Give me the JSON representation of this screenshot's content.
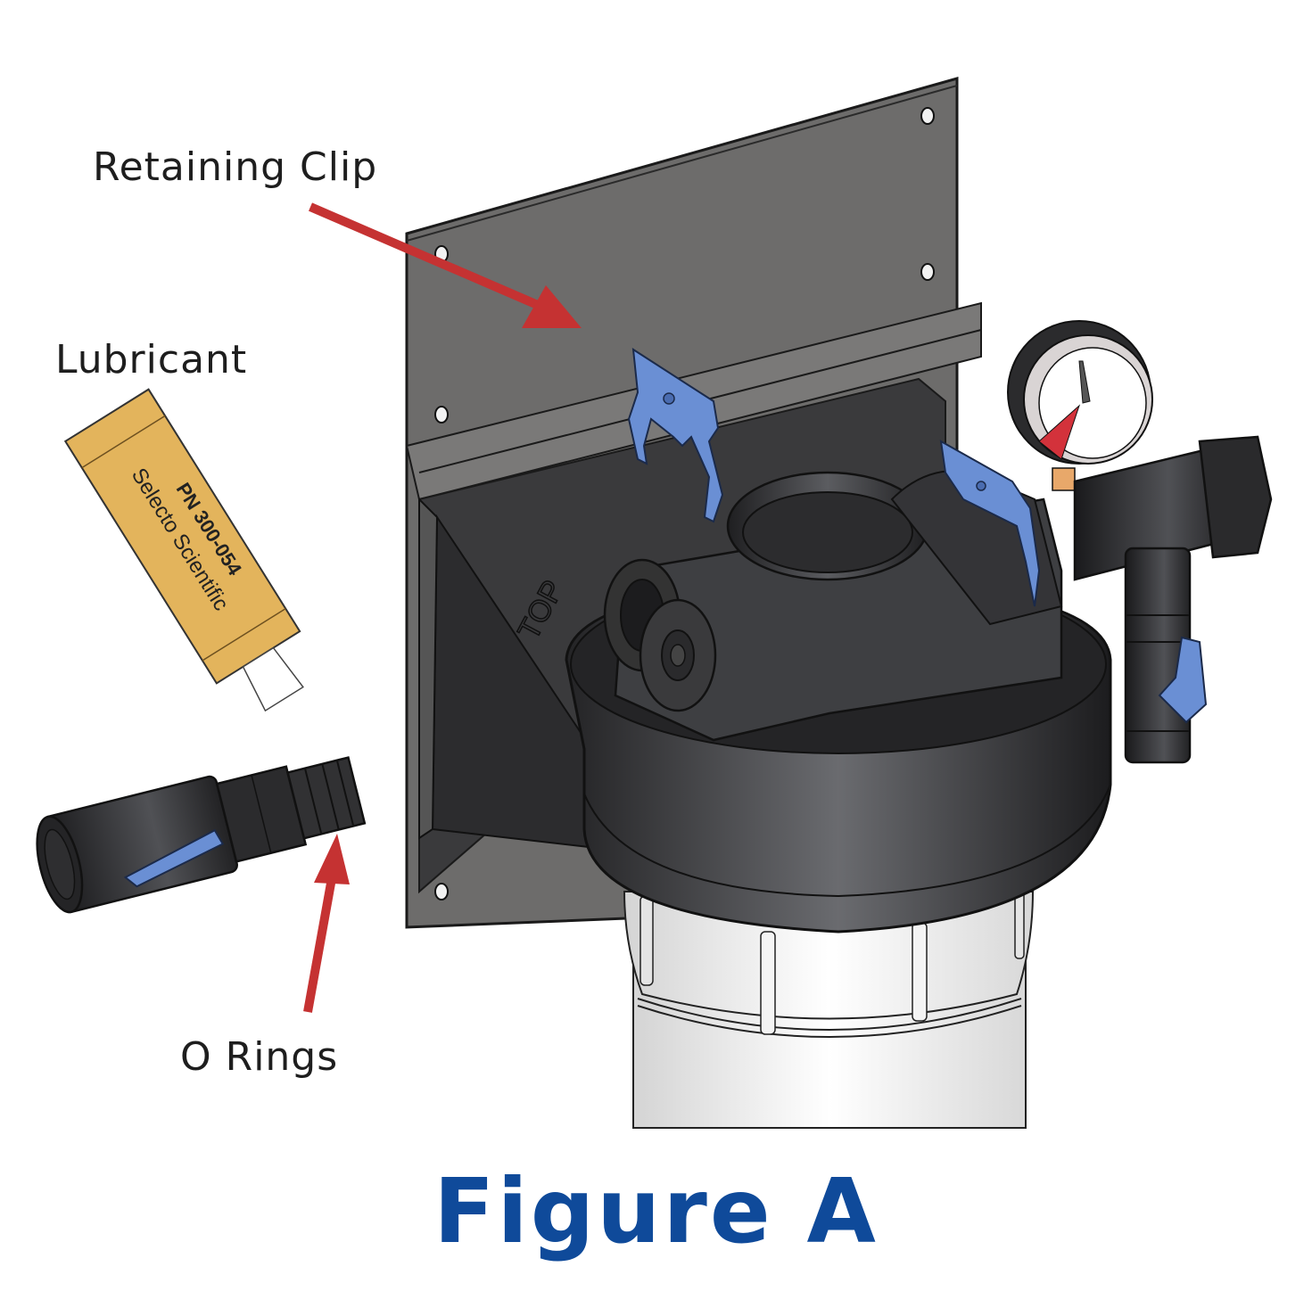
{
  "figure": {
    "caption": "Figure A",
    "colors": {
      "caption": "#0f4a9a",
      "label_text": "#1e1e1e",
      "arrow": "#c53232",
      "bracket": "#6d6c6b",
      "plastic_dark": "#2e2e30",
      "clip_blue": "#6a8fd4",
      "packet_gold": "#e3b45c",
      "gauge_red": "#d3323b",
      "housing_clear": "#f0f0f0"
    }
  },
  "callouts": {
    "retaining_clip": "Retaining Clip",
    "lubricant": "Lubricant",
    "o_rings": "O Rings"
  },
  "parts": {
    "lubricant_packet": {
      "brand": "Selecto Scientific",
      "part_number": "PN 300-054"
    },
    "bracket": {
      "embossed_text": "TOP"
    }
  }
}
